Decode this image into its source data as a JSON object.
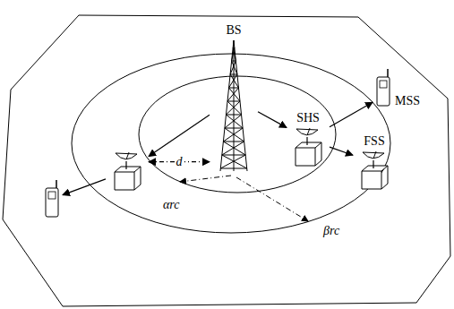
{
  "diagram": {
    "nodes": [
      {
        "text": [
          "BS"
        ]
      },
      {
        "text": []
      },
      {
        "text": [
          "SHS"
        ]
      },
      {
        "text": []
      },
      {
        "text": [
          "MSS"
        ]
      },
      {
        "text": [
          "FSS"
        ]
      }
    ],
    "edges": [
      {
        "from": 0,
        "to": 1,
        "arrow": "to"
      },
      {
        "from": 0,
        "to": 2,
        "arrow": "to"
      },
      {
        "from": 2,
        "to": 4,
        "arrow": "to"
      },
      {
        "from": 2,
        "to": 5,
        "arrow": "to"
      },
      {
        "from": 1,
        "to": 3,
        "arrow": "to"
      },
      {
        "from": 1,
        "to": 0,
        "label": "d",
        "arrow": "both"
      }
    ],
    "labels": [
      "αrc",
      "βrc"
    ]
  }
}
